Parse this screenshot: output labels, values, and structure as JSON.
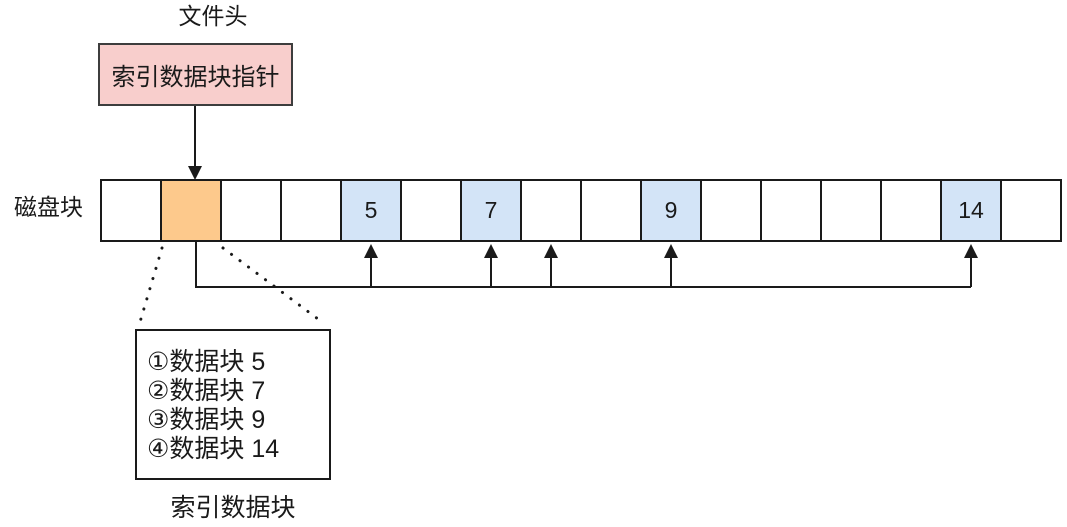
{
  "diagram": {
    "labels": {
      "file_header": "文件头",
      "pointer_box": "索引数据块指针",
      "disk_row": "磁盘块",
      "index_block_caption": "索引数据块"
    },
    "blocks": [
      {
        "type": "empty",
        "label": ""
      },
      {
        "type": "index",
        "label": ""
      },
      {
        "type": "empty",
        "label": ""
      },
      {
        "type": "empty",
        "label": ""
      },
      {
        "type": "data",
        "label": "5"
      },
      {
        "type": "empty",
        "label": ""
      },
      {
        "type": "data",
        "label": "7"
      },
      {
        "type": "empty",
        "label": ""
      },
      {
        "type": "empty",
        "label": ""
      },
      {
        "type": "data",
        "label": "9"
      },
      {
        "type": "empty",
        "label": ""
      },
      {
        "type": "empty",
        "label": ""
      },
      {
        "type": "empty",
        "label": ""
      },
      {
        "type": "empty",
        "label": ""
      },
      {
        "type": "data",
        "label": "14"
      },
      {
        "type": "empty",
        "label": ""
      }
    ],
    "index_block": {
      "entries": [
        "①数据块 5",
        "②数据块 7",
        "③数据块 9",
        "④数据块 14"
      ]
    },
    "arrows": {
      "bracket_target_block_indices": [
        4,
        6,
        7,
        9,
        14
      ]
    },
    "colors": {
      "pointer_box_fill": "#f8cecc",
      "pointer_box_border": "#3d3d3d",
      "index_block_fill": "#fdc98c",
      "data_block_fill": "#d3e4f7",
      "empty_block_fill": "#ffffff",
      "line": "#1a1a1a",
      "text": "#1a1a1a"
    }
  }
}
